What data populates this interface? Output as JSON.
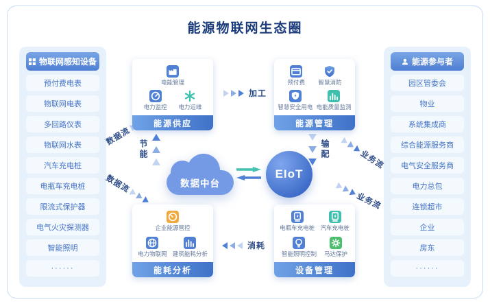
{
  "title": "能源物联网生态圈",
  "left_panel": {
    "header": "物联网感知设备",
    "items": [
      "预付费电表",
      "物联网电表",
      "多回路仪表",
      "物联网水表",
      "汽车充电桩",
      "电瓶车充电桩",
      "限流式保护器",
      "电气火灾探测器",
      "智能照明",
      "······"
    ]
  },
  "right_panel": {
    "header": "能源参与者",
    "items": [
      "园区管委会",
      "物业",
      "系统集成商",
      "综合能源服务商",
      "电气安全服务商",
      "电力总包",
      "连锁超市",
      "企业",
      "房东",
      "······"
    ]
  },
  "modules": {
    "energy_supply": {
      "label": "能源供应",
      "features": [
        "电能管理",
        "电力监控",
        "电力运维"
      ]
    },
    "energy_management": {
      "label": "能源管理",
      "features": [
        "预付费",
        "智慧消防",
        "智慧安全用电",
        "电能质量监测"
      ]
    },
    "energy_analysis": {
      "label": "能耗分析",
      "features": [
        "企业能源管控",
        "电力物联网",
        "建筑能耗分析"
      ]
    },
    "device_management": {
      "label": "设备管理",
      "features": [
        "电瓶车充电桩",
        "汽车充电桩",
        "智能照明控制",
        "马达保护"
      ]
    }
  },
  "center": {
    "cloud": "数据中台",
    "platform": "EIoT"
  },
  "flows": {
    "data_flow_top": "数据流",
    "data_flow_bottom": "数据流",
    "business_flow_top": "业务流",
    "business_flow_bottom": "业务流",
    "processing": "加工",
    "saving": "节能",
    "distribution": "输配",
    "consumption": "消耗"
  },
  "colors": {
    "accent": "#4F80D6",
    "teal": "#3FC0AF",
    "panel_bg": "#E7F1FC",
    "title": "#1B3C7C"
  }
}
